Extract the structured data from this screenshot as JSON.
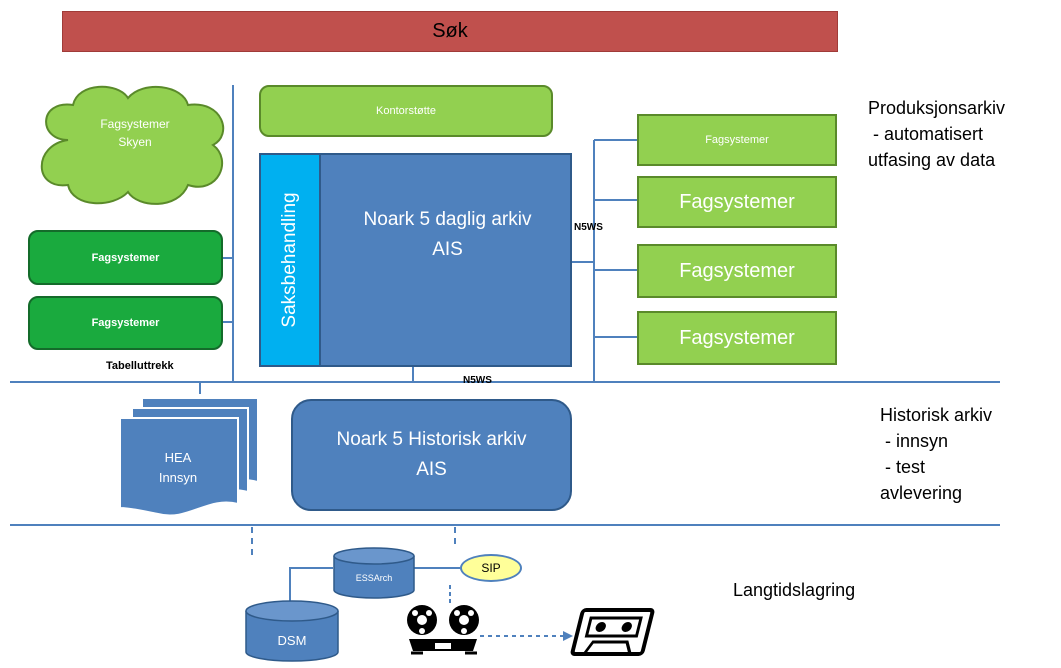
{
  "search_bar": {
    "label": "Søk"
  },
  "production": {
    "kontor": "Kontorstøtte",
    "cloud": {
      "line1": "Fagsystemer",
      "line2": "Skyen"
    },
    "saksbehandling": "Saksbehandling",
    "daily_archive": {
      "line1": "Noark 5 daglig arkiv",
      "line2": "AIS"
    },
    "right_systems": [
      "Fagsystemer",
      "Fagsystemer",
      "Fagsystemer",
      "Fagsystemer"
    ],
    "left_systems": [
      "Fagsystemer",
      "Fagsystemer"
    ],
    "tabelluttrekk": "Tabelluttrekk",
    "n5ws_right": "N5WS",
    "n5ws_bottom": "N5WS"
  },
  "historical": {
    "archive": {
      "line1": "Noark 5 Historisk arkiv",
      "line2": "AIS"
    },
    "hea": {
      "line1": "HEA",
      "line2": "Innsyn"
    }
  },
  "longterm": {
    "essarch": "ESSArch",
    "dsm": "DSM",
    "sip": "SIP"
  },
  "side_labels": {
    "produksjon": {
      "line1": "Produksjonsarkiv",
      "line2": " - automatisert",
      "line3": "utfasing av data"
    },
    "historisk": {
      "line1": "Historisk arkiv",
      "line2": " - innsyn",
      "line3": " - test",
      "line4": "avlevering"
    },
    "langtid": "Langtidslagring"
  },
  "colors": {
    "search_bar": "#c0504d",
    "light_green": "#92d050",
    "dark_green": "#1aaa3e",
    "blue": "#4f81bd",
    "cyan": "#00b0f0",
    "sip_fill": "#ffff99"
  }
}
